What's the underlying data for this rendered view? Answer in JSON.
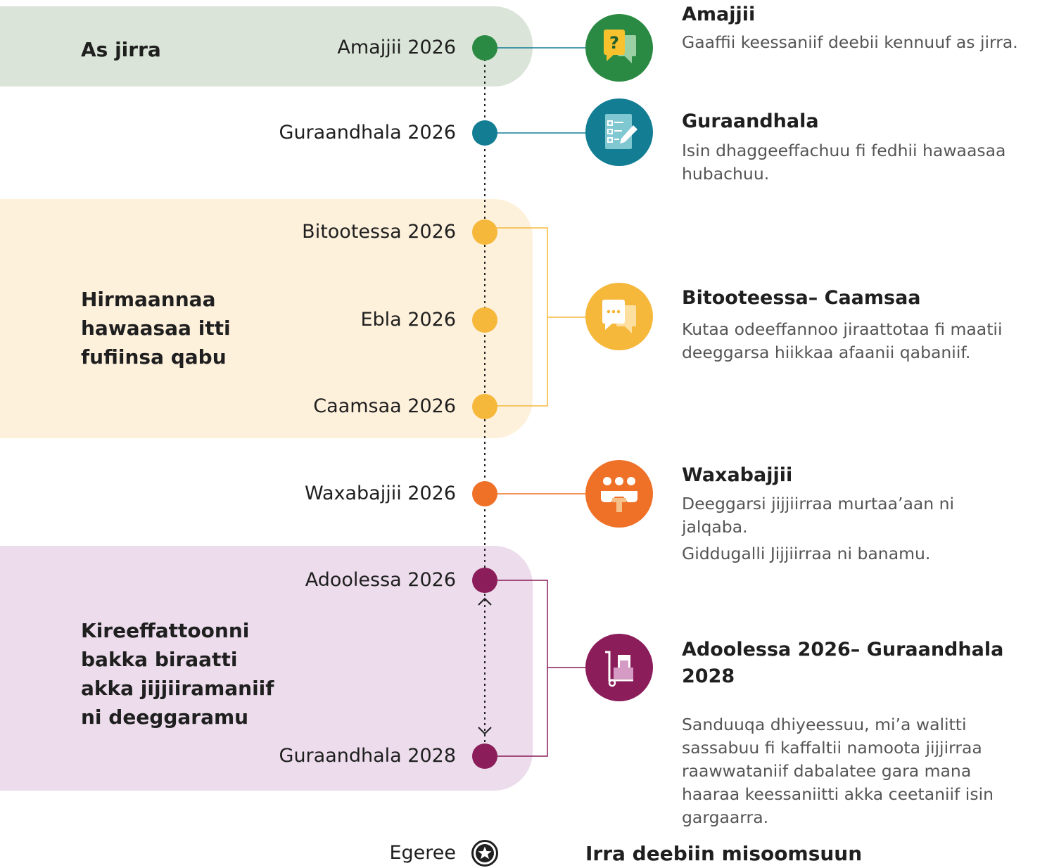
{
  "colors": {
    "green": "#2a8a43",
    "teal": "#137d94",
    "yellow": "#f6b83b",
    "orange": "#ef7027",
    "purple": "#8a1d5a",
    "green_band": "#dae4d8",
    "yellow_band": "#fef1dc",
    "purple_band": "#ecdcec"
  },
  "phases": [
    {
      "label": "As jirra"
    },
    {
      "label": "Hirmaannaa hawaasaa itti fufiinsa qabu"
    },
    {
      "label": "Kireeffattoonni bakka biraatti akka jijjiiramaniif ni deeggaramu"
    }
  ],
  "dates": [
    "Amajjii 2026",
    "Guraandhala 2026",
    "Bitootessa 2026",
    "Ebla 2026",
    "Caamsaa 2026",
    "Waxabajjii 2026",
    "Adoolessa 2026",
    "Guraandhala 2028"
  ],
  "steps": [
    {
      "icon": "question-speech-bubble-icon",
      "title": "Amajjii",
      "desc": [
        "Gaaffii keessaniif deebii kennuuf as jirra."
      ]
    },
    {
      "icon": "checklist-pencil-icon",
      "title": "Guraandhala",
      "desc": [
        "Isin dhaggeeffachuu fi fedhii hawaasaa hubachuu."
      ]
    },
    {
      "icon": "chat-dots-icon",
      "title": "Bitooteessa– Caamsaa",
      "desc": [
        "Kutaa odeeffannoo jiraattotaa fi maatii deeggarsa hiikkaa afaanii qabaniif."
      ]
    },
    {
      "icon": "group-meeting-icon",
      "title": "Waxabajjii",
      "desc": [
        "Deeggarsi jijjiirraa murtaa’aan ni jalqaba.",
        "Giddugalli Jijjiirraa ni banamu."
      ]
    },
    {
      "icon": "moving-trolley-boxes-icon",
      "title": "Adoolessa 2026– Guraandhala 2028",
      "desc": [
        "Sanduuqa dhiyeessuu, mi’a walitti sassabuu fi kaffaltii namoota jijjirraa raawwataniif dabalatee gara mana haaraa keessaniitti akka ceetaniif isin gargaarra."
      ]
    }
  ],
  "legend": {
    "label": "Egeree",
    "icon": "star-circle-icon"
  },
  "footer": {
    "title": "Irra deebiin misoomsuun"
  }
}
